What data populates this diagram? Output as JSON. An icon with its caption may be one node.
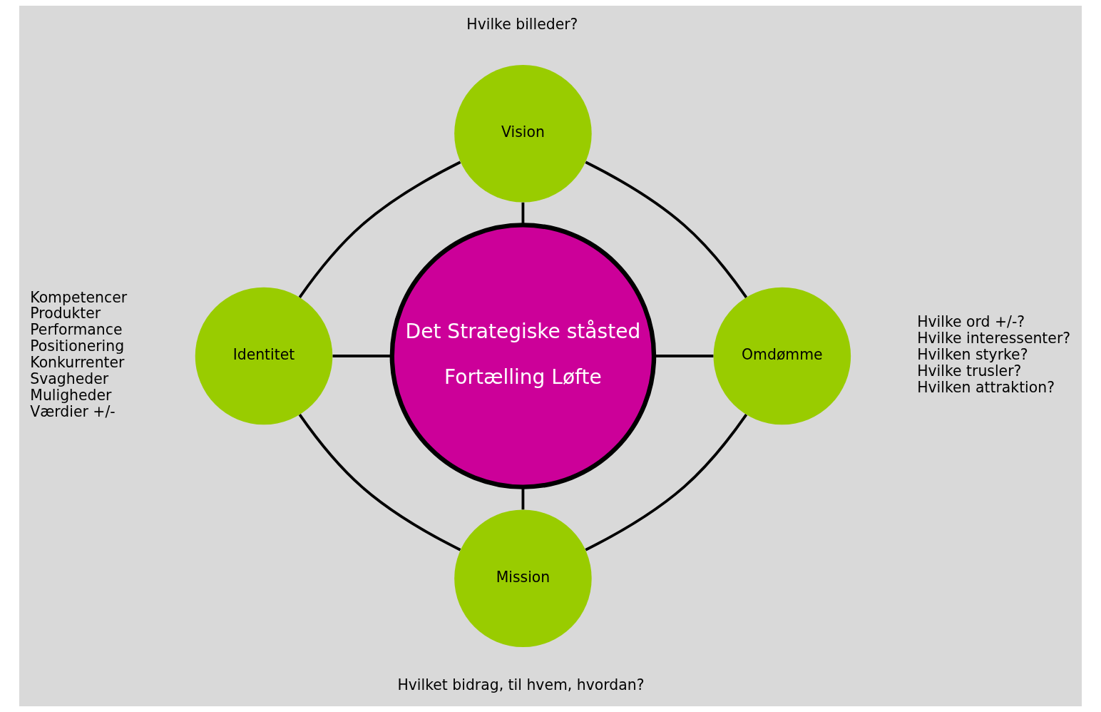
{
  "diagram": {
    "nodes": [
      {
        "text": [
          "Vision"
        ],
        "beside": [
          "Hvilke billeder?"
        ]
      },
      {
        "text": [
          "Identitet"
        ],
        "beside": [
          "Kompetencer",
          "Produkter",
          "Performance",
          "Positionering",
          "Konkurrenter",
          "Svagheder",
          "Muligheder",
          "Værdier +/-"
        ]
      },
      {
        "text": [
          "Det Strategiske ståsted",
          "Fortælling Løfte"
        ]
      },
      {
        "text": [
          "Omdømme"
        ],
        "beside": [
          "Hvilke ord +/-?",
          "Hvilke interessenter?",
          "Hvilken styrke?",
          "Hvilke trusler?",
          "Hvilken attraktion?"
        ]
      },
      {
        "text": [
          "Mission"
        ],
        "beside": [
          "Hvilket bidrag, til hvem, hvordan?"
        ]
      }
    ],
    "edges": [
      {
        "from": 0,
        "to": 2,
        "arrow": "none"
      },
      {
        "from": 1,
        "to": 2,
        "arrow": "none"
      },
      {
        "from": 2,
        "to": 3,
        "arrow": "none"
      },
      {
        "from": 2,
        "to": 4,
        "arrow": "none"
      },
      {
        "from": 0,
        "to": 3,
        "arrow": "none"
      },
      {
        "from": 3,
        "to": 4,
        "arrow": "none"
      },
      {
        "from": 4,
        "to": 1,
        "arrow": "none"
      },
      {
        "from": 1,
        "to": 0,
        "arrow": "none"
      }
    ]
  }
}
